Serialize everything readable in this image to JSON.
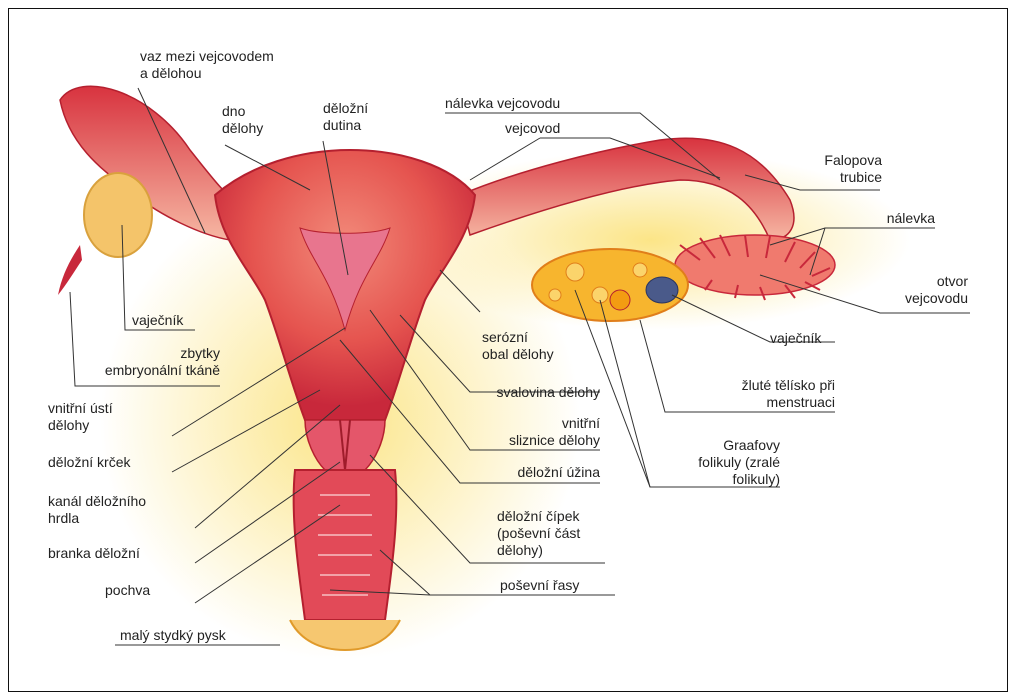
{
  "labels": {
    "vaz_mezi": [
      "vaz mezi vejcovodem",
      "a dělohou"
    ],
    "dno": [
      "dno",
      "dělohy"
    ],
    "dutina": [
      "děložní",
      "dutina"
    ],
    "nalevka_vejcovodu": "nálevka vejcovodu",
    "vejcovod": "vejcovod",
    "falopova": [
      "Falopova",
      "trubice"
    ],
    "nalevka": "nálevka",
    "otvor": [
      "otvor",
      "vejcovodu"
    ],
    "vajecnik_left": "vaječník",
    "zbytky": [
      "zbytky",
      "embryonální tkáně"
    ],
    "serozni": [
      "serózní",
      "obal dělohy"
    ],
    "vajecnik_right": "vaječník",
    "zlute": [
      "žluté tělísko při",
      "menstruaci"
    ],
    "vnitrni_usti": [
      "vnitřní ústí",
      "dělohy"
    ],
    "svalovina": "svalovina dělohy",
    "graafovy": [
      "Graafovy",
      "folikuly (zralé",
      "folikuly)"
    ],
    "vnitrni_sliznice": [
      "vnitřní",
      "sliznice dělohy"
    ],
    "krcek": "děložní krček",
    "uzina": "děložní úžina",
    "kanal": [
      "kanál děložního",
      "hrdla"
    ],
    "cipek": [
      "děložní čípek",
      "(poševní část",
      "dělohy)"
    ],
    "branka": "branka děložní",
    "pochva": "pochva",
    "rasy": "poševní řasy",
    "pysk": "malý stydký pysk"
  },
  "colors": {
    "tissue_light": "#f6b7a3",
    "tissue_mid": "#e5544f",
    "tissue_dark": "#c8283b",
    "yellow_fat": "#f7c948",
    "leader": "#333333"
  }
}
